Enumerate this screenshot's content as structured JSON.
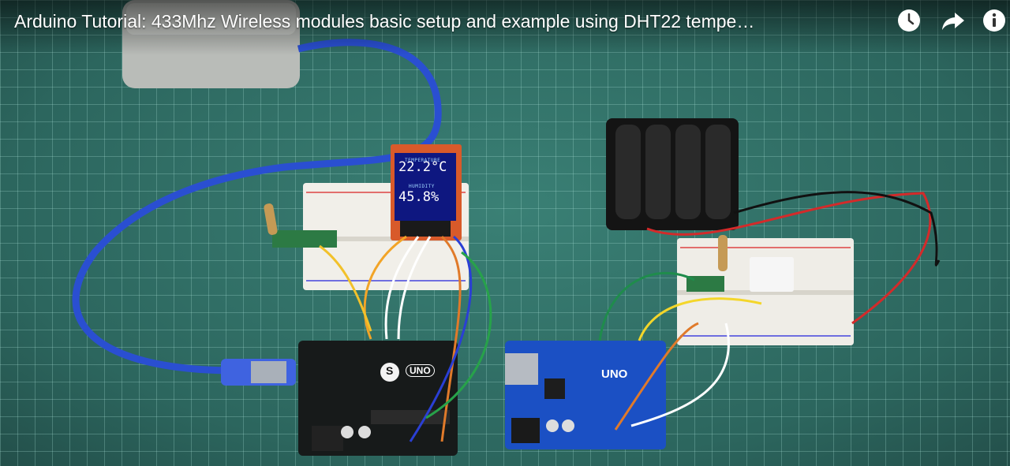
{
  "video": {
    "title": "Arduino Tutorial: 433Mhz Wireless modules basic setup and example using DHT22 tempe…"
  },
  "controls": [
    {
      "name": "watch-later-button",
      "icon": "clock-icon"
    },
    {
      "name": "share-button",
      "icon": "share-arrow-icon"
    },
    {
      "name": "info-button",
      "icon": "info-icon"
    }
  ],
  "display": {
    "temperature_label": "TEMPERATURE",
    "temperature": "22.2°C",
    "humidity_label": "HUMIDITY",
    "humidity": "45.8%"
  },
  "boards": {
    "left_logo": "S",
    "left_badge": "UNO",
    "right_badge": "UNO"
  },
  "colors": {
    "mat": "#2e6e65",
    "cable": "#2a4fd1",
    "title_text": "#ffffff"
  }
}
